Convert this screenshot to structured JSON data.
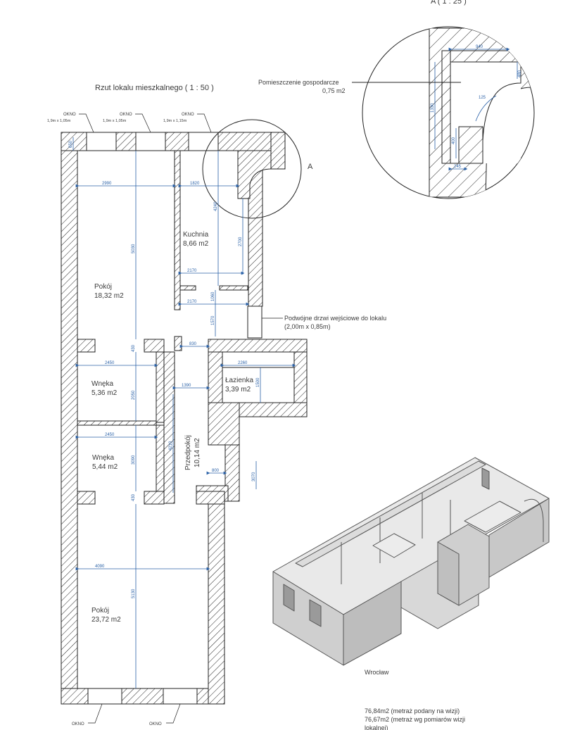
{
  "header": {
    "detail_scale": "A ( 1 : 25 )",
    "plan_title": "Rzut lokalu mieszkalnego ( 1 : 50 )",
    "detail_marker": "A"
  },
  "windows_top": [
    {
      "label": "OKNO",
      "size": "1,9m x 1,05m"
    },
    {
      "label": "OKNO",
      "size": "1,9m x 1,05m"
    },
    {
      "label": "OKNO",
      "size": "1,9m x 1,15m"
    }
  ],
  "windows_bottom": [
    {
      "label": "OKNO"
    },
    {
      "label": "OKNO"
    }
  ],
  "rooms": [
    {
      "name": "Pokój",
      "area": "18,32 m2"
    },
    {
      "name": "Kuchnia",
      "area": "8,66 m2"
    },
    {
      "name": "Wnęka",
      "area": "5,36 m2"
    },
    {
      "name": "Łazienka",
      "area": "3,39 m2"
    },
    {
      "name": "Wnęka",
      "area": "5,44 m2"
    },
    {
      "name": "Przedpokój",
      "area": "10,14 m2"
    },
    {
      "name": "Pokój",
      "area": "23,72 m2"
    }
  ],
  "annotations": {
    "utility_room": "Pomieszczenie gospodarcze",
    "utility_area": "0,75 m2",
    "entrance": "Podwójne drzwi wejściowe do lokalu",
    "entrance_size": "(2,00m x 0,85m)"
  },
  "dimensions": {
    "d2990": "2990",
    "d1820": "1820",
    "d4240": "4240",
    "d2700": "2700",
    "d5030": "5030",
    "d2170a": "2170",
    "d2170b": "2170",
    "d1570": "1570",
    "d1060": "1060",
    "d830": "830",
    "d2450a": "2450",
    "d2260": "2260",
    "d1500": "1500",
    "d1390": "1390",
    "d2050": "2050",
    "d4210": "4210",
    "d2450b": "2450",
    "d3090": "3090",
    "d800": "800",
    "d3070": "3070",
    "d4090": "4090",
    "d5130": "5130",
    "d430a": "430",
    "d430b": "430",
    "d650": "650",
    "det940": "940",
    "det1330": "1330",
    "det400": "400",
    "det245": "245",
    "det480": "480",
    "det125": "125"
  },
  "footer": {
    "city": "Wrocław",
    "area_line1": "76,84m2 (metraż podany na wizji)",
    "area_line2": "76,67m2 (metraż wg pomiarów  wizji",
    "area_line3": "lokalnej)"
  }
}
